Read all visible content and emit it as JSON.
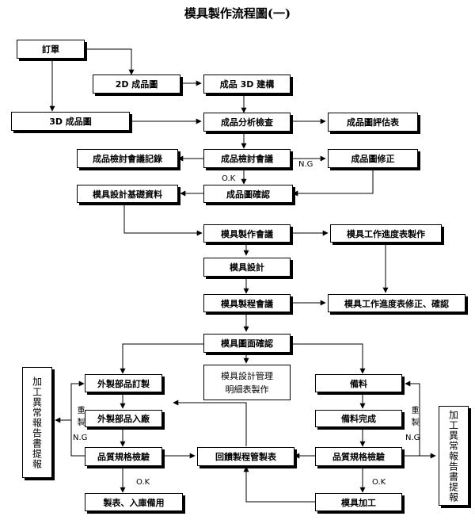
{
  "title": "模具製作流程圖(一)",
  "nodes": {
    "order": "訂單",
    "drawing_2d": "2D 成品圖",
    "modeling_3d": "成品 3D 建構",
    "drawing_3d": "3D 成品圖",
    "analysis": "成品分析檢查",
    "evaluation": "成品圖評估表",
    "review_record": "成品檢討會議記錄",
    "review_meeting": "成品檢討會議",
    "drawing_revise": "成品圖修正",
    "design_basis": "模具設計基礎資料",
    "drawing_confirm": "成品圖確認",
    "mold_meeting": "模具製作會議",
    "schedule_make": "模具工作進度表製作",
    "mold_design": "模具設計",
    "process_meeting": "模具製程會議",
    "schedule_revise": "模具工作進度表修正、確認",
    "drawing_check": "模具圖面確認",
    "ext_order": "外製部品訂製",
    "design_mgmt_1": "模具設計管理",
    "design_mgmt_2": "明細表製作",
    "material": "備料",
    "ext_receive": "外製部品入廠",
    "material_done": "備料完成",
    "quality_left": "品質規格檢驗",
    "feedback": "回饋製程管製表",
    "quality_right": "品質規格檢驗",
    "report_store": "製表、入庫備用",
    "machining": "模具加工",
    "exception_left": "加工異常報告書提報",
    "exception_right": "加工異常報告書提報"
  },
  "labels": {
    "ng_review": "N.G",
    "ok_review": "O.K",
    "redo_left": "重製",
    "ng_left": "N.G",
    "redo_right": "重製",
    "ng_right": "N.G",
    "ok_left": "O.K",
    "ok_right": "O.K"
  }
}
